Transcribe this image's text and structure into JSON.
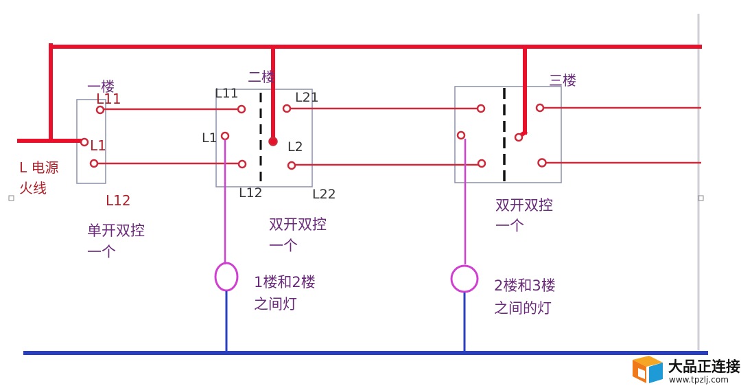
{
  "labels": {
    "floor1": "一楼",
    "floor2": "二楼",
    "floor3": "三楼",
    "power_line1": "L 电源",
    "power_line2": "火线",
    "s1_L11": "L11",
    "s1_L1": "L1",
    "s1_L12": "L12",
    "s2_L11": "L11",
    "s2_L21": "L21",
    "s2_L1": "L1",
    "s2_L2": "L2",
    "s2_L12": "L12",
    "s2_L22": "L22",
    "cap1_line1": "单开双控",
    "cap1_line2": "一个",
    "cap2_line1": "双开双控",
    "cap2_line2": "一个",
    "cap3_line1": "双开双控",
    "cap3_line2": "一个",
    "lamp1_line1": "1楼和2楼",
    "lamp1_line2": "之间灯",
    "lamp2_line1": "2楼和3楼",
    "lamp2_line2": "之间的灯"
  },
  "watermark": {
    "name": "大品正连接",
    "url": "www.tpzlj.com"
  },
  "colors": {
    "live_wire": "#e8102a",
    "switch_wire": "#cc2a3a",
    "lamp_wire": "#d040d0",
    "neutral_wire": "#2a3fbf",
    "box_border": "#8a8fa8",
    "text_red": "#b0202a",
    "text_purple": "#6a2a7a"
  }
}
